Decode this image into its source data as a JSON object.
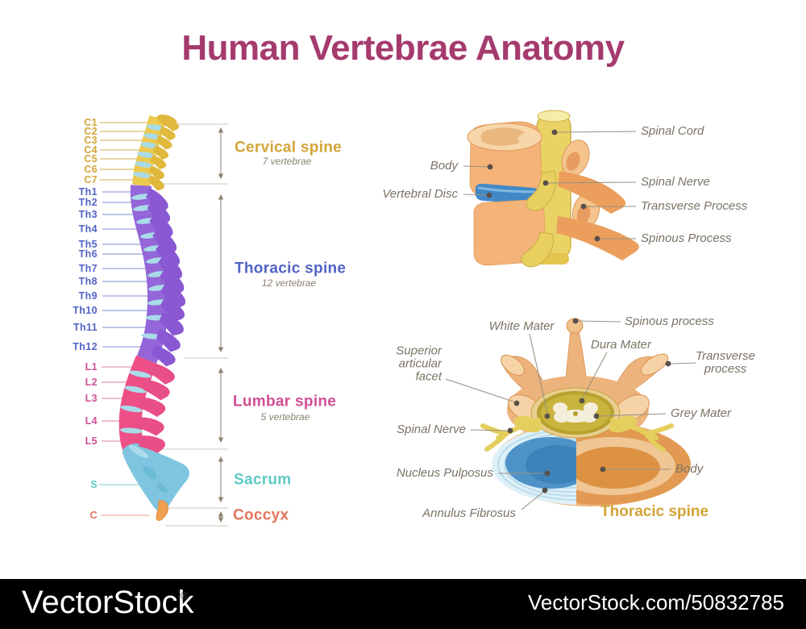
{
  "title": "Human Vertebrae Anatomy",
  "palette": {
    "title": "#a53a6d",
    "cervical": "#d4a437",
    "thoracic": "#5163c5",
    "lumbar": "#d14f94",
    "sacrum": "#5ec9c5",
    "coccyx": "#e3755a",
    "label": "#7b7365",
    "footer_bg": "#000000",
    "footer_text": "#ffffff"
  },
  "spine_figure": {
    "vertebrae": [
      {
        "label": "C1"
      },
      {
        "label": "C2"
      },
      {
        "label": "C3"
      },
      {
        "label": "C4"
      },
      {
        "label": "C5"
      },
      {
        "label": "C6"
      },
      {
        "label": "C7"
      },
      {
        "label": "Th1"
      },
      {
        "label": "Th2"
      },
      {
        "label": "Th3"
      },
      {
        "label": "Th4"
      },
      {
        "label": "Th5"
      },
      {
        "label": "Th6"
      },
      {
        "label": "Th7"
      },
      {
        "label": "Th8"
      },
      {
        "label": "Th9"
      },
      {
        "label": "Th10"
      },
      {
        "label": "Th11"
      },
      {
        "label": "Th12"
      },
      {
        "label": "L1"
      },
      {
        "label": "L2"
      },
      {
        "label": "L3"
      },
      {
        "label": "L4"
      },
      {
        "label": "L5"
      },
      {
        "label": "S"
      },
      {
        "label": "C"
      }
    ],
    "sections": [
      {
        "title": "Cervical spine",
        "subtitle": "7 vertebrae"
      },
      {
        "title": "Thoracic spine",
        "subtitle": "12 vertebrae"
      },
      {
        "title": "Lumbar spine",
        "subtitle": "5 vertebrae"
      },
      {
        "title": "Sacrum"
      },
      {
        "title": "Coccyx"
      }
    ]
  },
  "side_view_figure": {
    "labels": {
      "spinal_cord": "Spinal Cord",
      "body": "Body",
      "spinal_nerve": "Spinal Nerve",
      "vertebral_disc": "Vertebral Disc",
      "transverse_process": "Transverse Process",
      "spinous_process": "Spinous Process"
    }
  },
  "cross_section_figure": {
    "labels": {
      "white_mater": "White Mater",
      "spinous_process": "Spinous process",
      "dura_mater": "Dura Mater",
      "transverse_process": "Transverse\nprocess",
      "superior_articular_facet": "Superior\narticular\nfacet",
      "grey_mater": "Grey Mater",
      "spinal_nerve": "Spinal Nerve",
      "nucleus_pulposus": "Nucleus Pulposus",
      "annulus_fibrosus": "Annulus Fibrosus",
      "body": "Body"
    },
    "caption": "Thoracic spine"
  },
  "footer": {
    "brand": "VectorStock",
    "registered": "®",
    "credit": "VectorStock.com/50832785"
  }
}
